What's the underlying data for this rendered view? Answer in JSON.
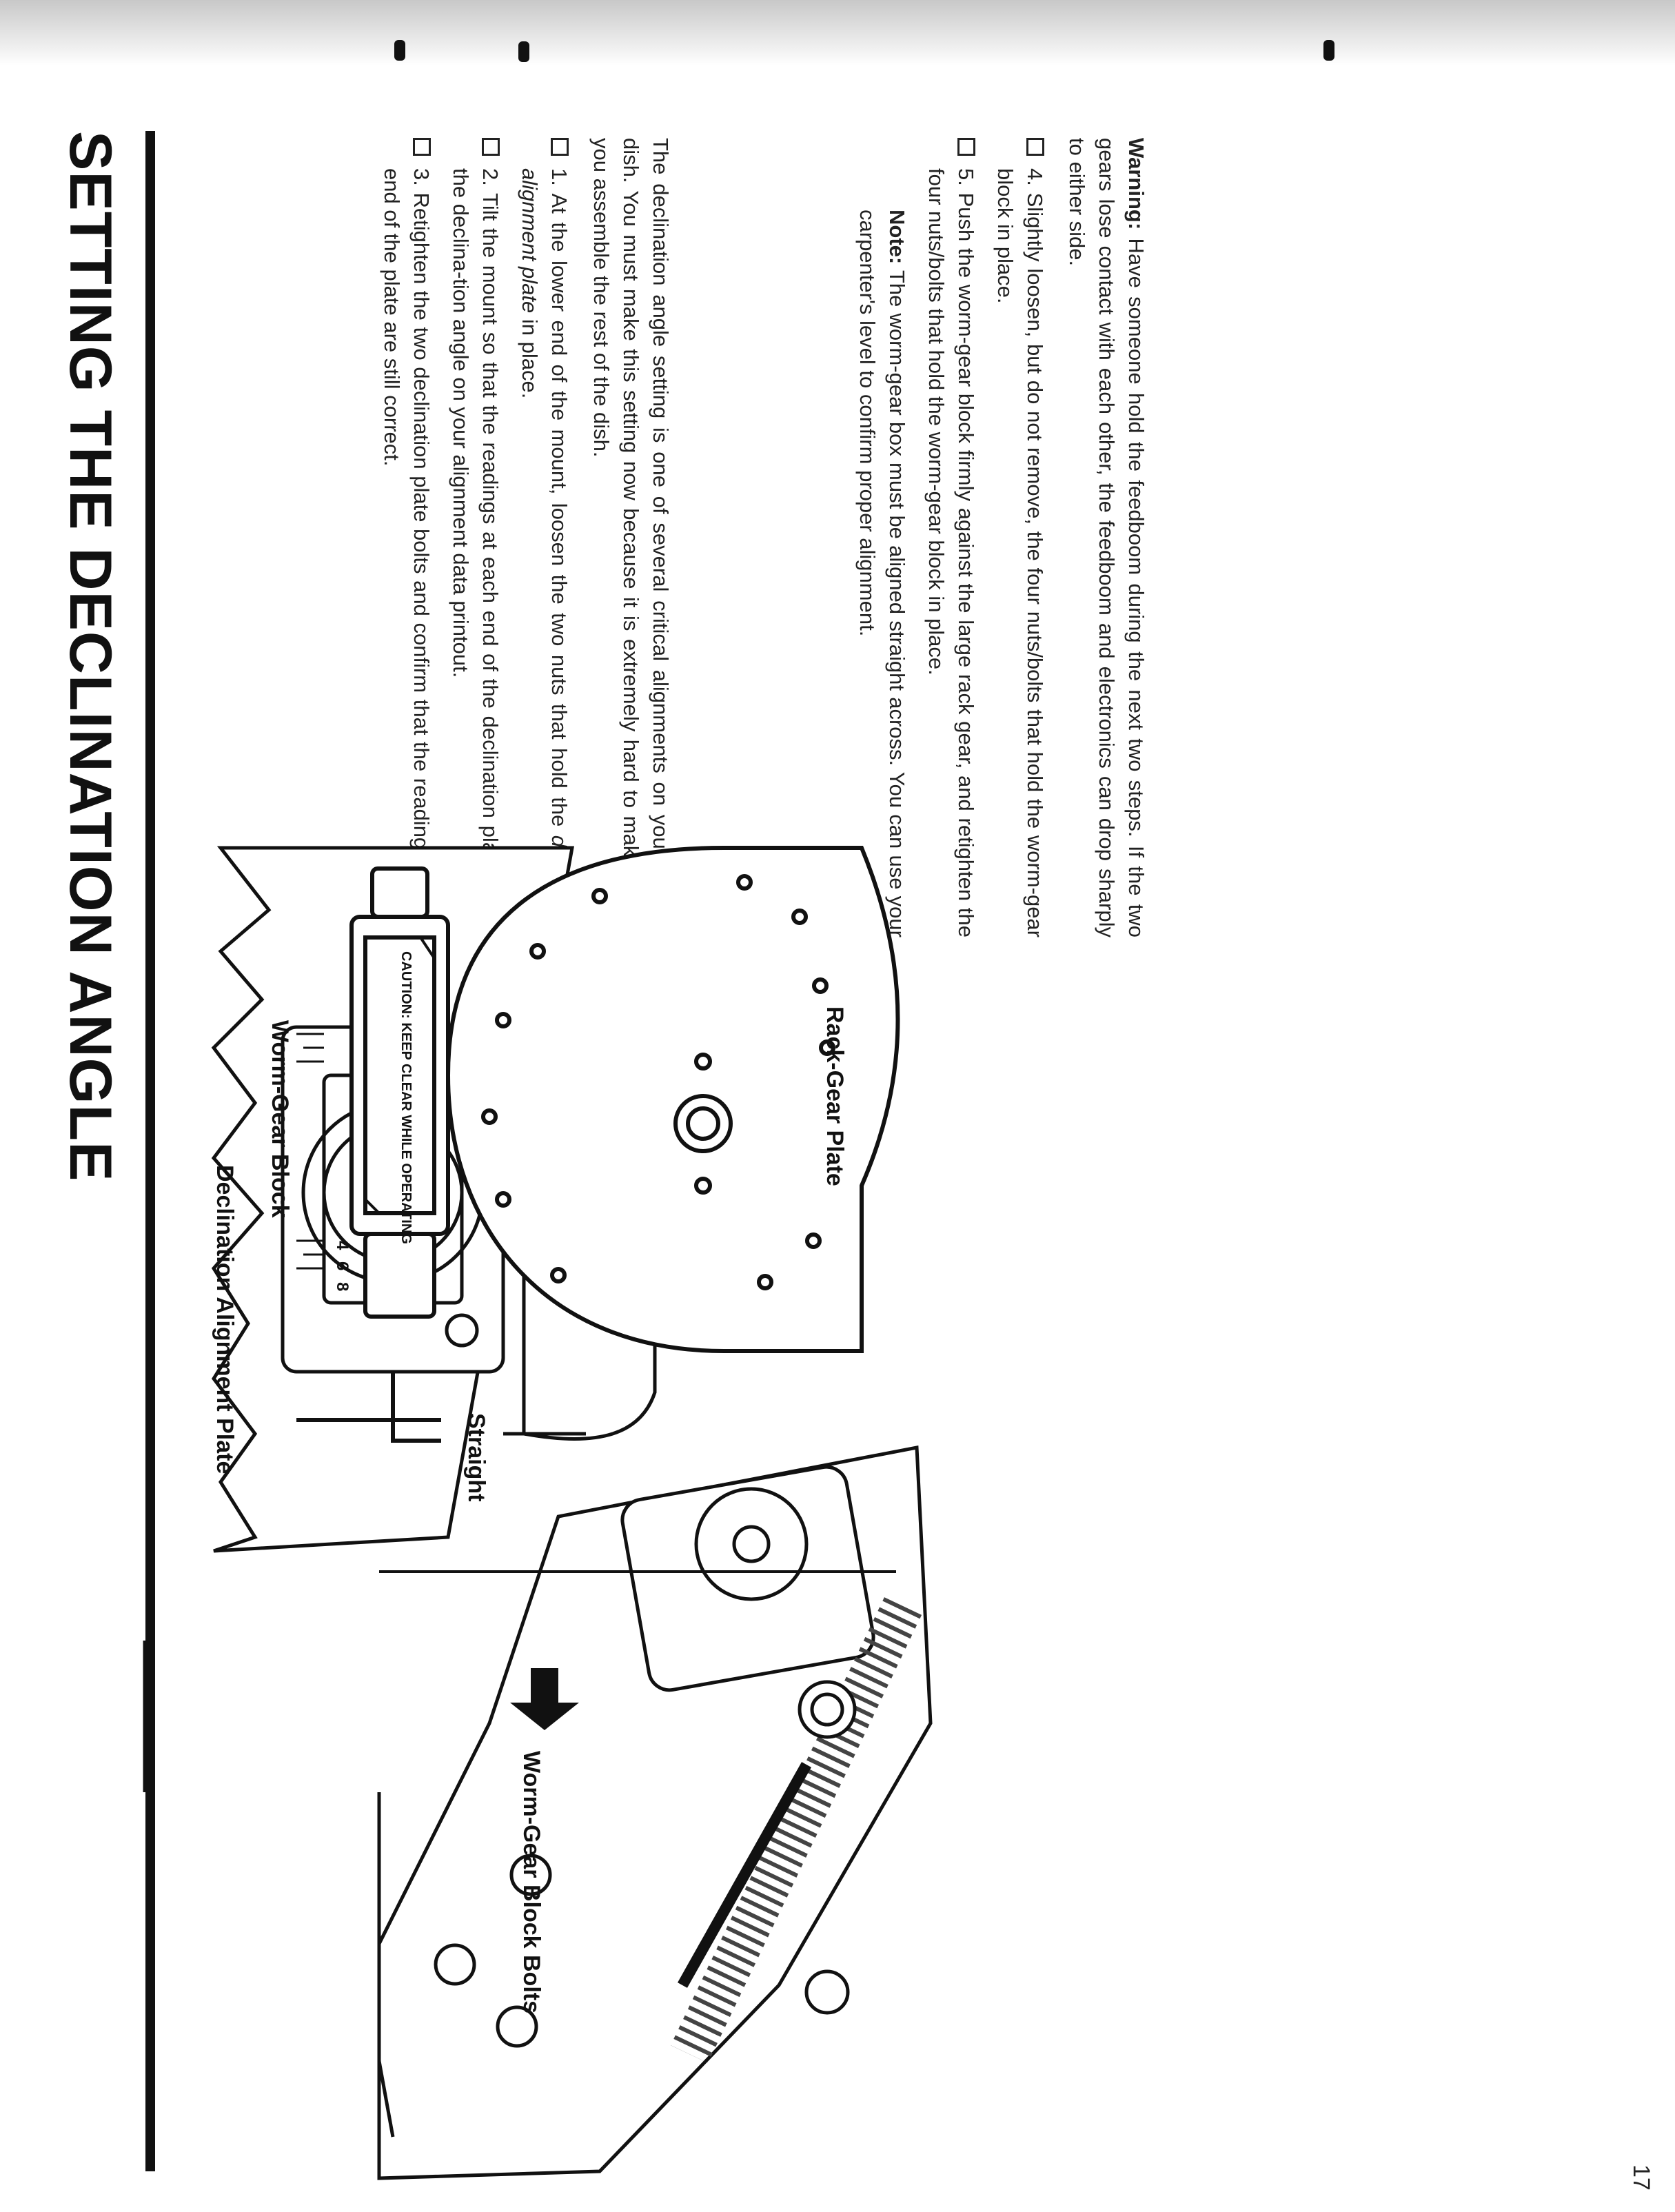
{
  "page": {
    "title": "SETTING THE DECLINATION ANGLE",
    "page_number": "17"
  },
  "intro": "The declination angle setting is one of several critical alignments on your satellite dish. You must make this setting now because it is extremely hard to make it after you assemble the rest of the dish.",
  "steps": [
    {
      "num": "1.",
      "text_a": "At the lower end of the mount, loosen the two nuts that hold the ",
      "text_em": "declination alignment plate",
      "text_b": " in place."
    },
    {
      "num": "2.",
      "text_a": "Tilt the mount so that the readings at each end of the declination plate match the declina-tion angle on your alignment data printout.",
      "text_em": "",
      "text_b": ""
    },
    {
      "num": "3.",
      "text_a": "Retighten the two declination plate bolts and confirm that the readings at each end of the plate are still correct.",
      "text_em": "",
      "text_b": ""
    }
  ],
  "warning": {
    "label": "Warning:",
    "text": " Have someone hold the feedboom during the next two steps. If the two gears lose contact with each other, the feedboom and electronics can drop sharply to either side."
  },
  "steps2": [
    {
      "num": "4.",
      "text": "Slightly loosen, but do not remove, the four nuts/bolts that hold the worm-gear block in place."
    },
    {
      "num": "5.",
      "text": "Push the worm-gear block firmly against the large rack gear, and retighten the four nuts/bolts that hold the worm-gear block in place."
    }
  ],
  "note": {
    "label": "Note:",
    "text": " The worm-gear box must be aligned straight across. You can use your carpenter's level to confirm proper alignment."
  },
  "labels": {
    "declination_plate": "Declination Alignment Plate",
    "worm_gear_bolts": "Worm-Gear Block Bolts",
    "rack_gear_plate": "Rack-Gear Plate",
    "worm_gear_block": "Worm-Gear Block",
    "straight": "Straight",
    "caution": "CAUTION: KEEP CLEAR WHILE OPERATING",
    "scale_8": "8",
    "scale_6": "6",
    "scale_4": "4"
  }
}
